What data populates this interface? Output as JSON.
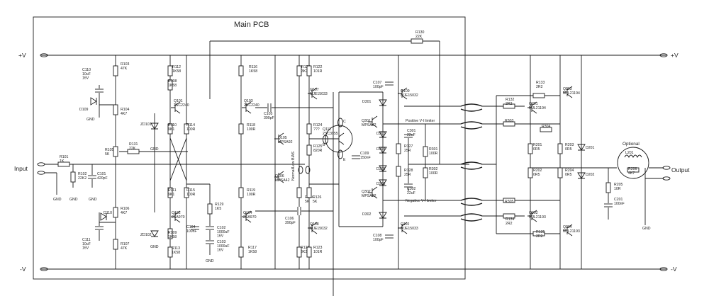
{
  "title": "Main PCB",
  "optional_label": "Optional",
  "rails": {
    "pos": "+V",
    "neg": "-V"
  },
  "io": {
    "input": "Input",
    "output": "Output"
  },
  "limiters": {
    "positive": "Positive V-I limiter",
    "negative": "Negative V-I limiter"
  },
  "bias_label": "Normal/Low BIAS",
  "gnd": "GND",
  "components": [
    {
      "id": "R130",
      "lines": [
        "R130",
        "22K"
      ]
    },
    {
      "id": "R103",
      "lines": [
        "R103",
        "47K"
      ]
    },
    {
      "id": "C110",
      "lines": [
        "C110",
        "10uF",
        "16V"
      ]
    },
    {
      "id": "D109",
      "lines": [
        "D109"
      ]
    },
    {
      "id": "R104",
      "lines": [
        "R104",
        "4K7"
      ]
    },
    {
      "id": "R105",
      "lines": [
        "R105",
        "5K"
      ]
    },
    {
      "id": "R131",
      "lines": [
        "R131",
        "22K"
      ]
    },
    {
      "id": "R101",
      "lines": [
        "R101",
        "1K"
      ]
    },
    {
      "id": "R102",
      "lines": [
        "R102",
        "22K2"
      ]
    },
    {
      "id": "C101",
      "lines": [
        "C101",
        "420pF"
      ]
    },
    {
      "id": "R106",
      "lines": [
        "R106",
        "4K7"
      ]
    },
    {
      "id": "D110",
      "lines": [
        "D110"
      ]
    },
    {
      "id": "C111",
      "lines": [
        "C111",
        "10uF",
        "16V"
      ]
    },
    {
      "id": "R107",
      "lines": [
        "R107",
        "47K"
      ]
    },
    {
      "id": "ZD101",
      "lines": [
        "ZD101"
      ]
    },
    {
      "id": "ZD102",
      "lines": [
        "ZD102"
      ]
    },
    {
      "id": "R112",
      "lines": [
        "R112",
        "1K58"
      ]
    },
    {
      "id": "R108",
      "lines": [
        "R108",
        "1K58"
      ]
    },
    {
      "id": "Q101",
      "lines": [
        "Q101",
        "2SC2240"
      ]
    },
    {
      "id": "R110",
      "lines": [
        "R110",
        "9K1"
      ]
    },
    {
      "id": "R114",
      "lines": [
        "R114",
        "100R"
      ]
    },
    {
      "id": "R111",
      "lines": [
        "R111",
        "9K1"
      ]
    },
    {
      "id": "R115",
      "lines": [
        "R115",
        "100R"
      ]
    },
    {
      "id": "Q102",
      "lines": [
        "Q102",
        "2SA970"
      ]
    },
    {
      "id": "R109",
      "lines": [
        "R109",
        "1K58"
      ]
    },
    {
      "id": "R113",
      "lines": [
        "R113",
        "1K58"
      ]
    },
    {
      "id": "R129",
      "lines": [
        "R129",
        "1K5"
      ]
    },
    {
      "id": "C104",
      "lines": [
        "C104",
        "100nF"
      ]
    },
    {
      "id": "C102",
      "lines": [
        "C102",
        "1000uF",
        "16V"
      ]
    },
    {
      "id": "C103",
      "lines": [
        "C103",
        "1000uF",
        "16V"
      ]
    },
    {
      "id": "R116",
      "lines": [
        "R116",
        "1K58"
      ]
    },
    {
      "id": "Q103",
      "lines": [
        "Q103",
        "2SC2240"
      ]
    },
    {
      "id": "R118",
      "lines": [
        "R118",
        "100R"
      ]
    },
    {
      "id": "R119",
      "lines": [
        "R119",
        "100R"
      ]
    },
    {
      "id": "Q104",
      "lines": [
        "Q104",
        "2SA970"
      ]
    },
    {
      "id": "R117",
      "lines": [
        "R117",
        "1K58"
      ]
    },
    {
      "id": "R120",
      "lines": [
        "R120",
        "3K39"
      ]
    },
    {
      "id": "R122",
      "lines": [
        "R122",
        "101R"
      ]
    },
    {
      "id": "Q107",
      "lines": [
        "Q107",
        "MJE15033"
      ]
    },
    {
      "id": "C105",
      "lines": [
        "C105",
        "390pF"
      ]
    },
    {
      "id": "Q105",
      "lines": [
        "Q105",
        "MPSA92"
      ]
    },
    {
      "id": "Q106",
      "lines": [
        "Q106",
        "MPSA42"
      ]
    },
    {
      "id": "R124",
      "lines": [
        "R124",
        "???"
      ]
    },
    {
      "id": "R125",
      "lines": [
        "R125",
        "820R"
      ]
    },
    {
      "id": "Q111",
      "lines": [
        "Q111",
        "2SC3955"
      ]
    },
    {
      "id": "R144",
      "lines": [
        "R144",
        "5K"
      ]
    },
    {
      "id": "R126",
      "lines": [
        "R126",
        "5K"
      ]
    },
    {
      "id": "C106",
      "lines": [
        "C106",
        "390pF"
      ]
    },
    {
      "id": "Q108",
      "lines": [
        "Q108",
        "MJE15032"
      ]
    },
    {
      "id": "R121",
      "lines": [
        "R121",
        "3K39"
      ]
    },
    {
      "id": "R123",
      "lines": [
        "R123",
        "101R"
      ]
    },
    {
      "id": "C107",
      "lines": [
        "C107",
        "100pF"
      ]
    },
    {
      "id": "Q109",
      "lines": [
        "Q109",
        "MJE15032"
      ]
    },
    {
      "id": "D301",
      "lines": [
        "D301"
      ]
    },
    {
      "id": "Q301",
      "lines": [
        "Q301",
        "MPSA42"
      ]
    },
    {
      "id": "D303",
      "lines": [
        "D303"
      ]
    },
    {
      "id": "C301",
      "lines": [
        "C301",
        "22uF"
      ]
    },
    {
      "id": "D304",
      "lines": [
        "D304"
      ]
    },
    {
      "id": "R127",
      "lines": [
        "R127",
        "25R"
      ]
    },
    {
      "id": "R301",
      "lines": [
        "R301",
        "100R"
      ]
    },
    {
      "id": "C109",
      "lines": [
        "C109",
        "150nF"
      ]
    },
    {
      "id": "D305",
      "lines": [
        "D305"
      ]
    },
    {
      "id": "R128",
      "lines": [
        "R128",
        "25R"
      ]
    },
    {
      "id": "R302",
      "lines": [
        "R302",
        "100R"
      ]
    },
    {
      "id": "D306",
      "lines": [
        "D306"
      ]
    },
    {
      "id": "C302",
      "lines": [
        "C302",
        "22uF"
      ]
    },
    {
      "id": "Q302",
      "lines": [
        "Q302",
        "MPSA92"
      ]
    },
    {
      "id": "D302",
      "lines": [
        "D302"
      ]
    },
    {
      "id": "Q110",
      "lines": [
        "Q110",
        "MJE15033"
      ]
    },
    {
      "id": "C108",
      "lines": [
        "C108",
        "100pF"
      ]
    },
    {
      "id": "R133",
      "lines": [
        "R133",
        "2R2"
      ]
    },
    {
      "id": "Q203",
      "lines": [
        "Q203",
        "MJL21194"
      ]
    },
    {
      "id": "R132",
      "lines": [
        "R132",
        "2R2"
      ]
    },
    {
      "id": "Q201",
      "lines": [
        "Q201",
        "MJL21194"
      ]
    },
    {
      "id": "R303",
      "lines": [
        "R303"
      ]
    },
    {
      "id": "R304",
      "lines": [
        "R304"
      ]
    },
    {
      "id": "R201",
      "lines": [
        "R201",
        "0R5"
      ]
    },
    {
      "id": "R203",
      "lines": [
        "R203",
        "0R5"
      ]
    },
    {
      "id": "D201",
      "lines": [
        "D201"
      ]
    },
    {
      "id": "R202",
      "lines": [
        "R202",
        "0R5"
      ]
    },
    {
      "id": "R204",
      "lines": [
        "R204",
        "0R5"
      ]
    },
    {
      "id": "D202",
      "lines": [
        "D202"
      ]
    },
    {
      "id": "R305",
      "lines": [
        "R305"
      ]
    },
    {
      "id": "Q202",
      "lines": [
        "Q202",
        "MJL21193"
      ]
    },
    {
      "id": "R134",
      "lines": [
        "R134",
        "2R2"
      ]
    },
    {
      "id": "R135",
      "lines": [
        "R135",
        "2R2"
      ]
    },
    {
      "id": "Q204",
      "lines": [
        "Q204",
        "MJL21193"
      ]
    },
    {
      "id": "L201",
      "lines": [
        "L201"
      ]
    },
    {
      "id": "R206",
      "lines": [
        "R206",
        "4K7"
      ]
    },
    {
      "id": "R205",
      "lines": [
        "R205",
        "10R"
      ]
    },
    {
      "id": "C201",
      "lines": [
        "C201",
        "100nF"
      ]
    },
    {
      "id": "B",
      "lines": [
        "B"
      ]
    },
    {
      "id": "C",
      "lines": [
        "C"
      ]
    },
    {
      "id": "E",
      "lines": [
        "E"
      ]
    }
  ]
}
